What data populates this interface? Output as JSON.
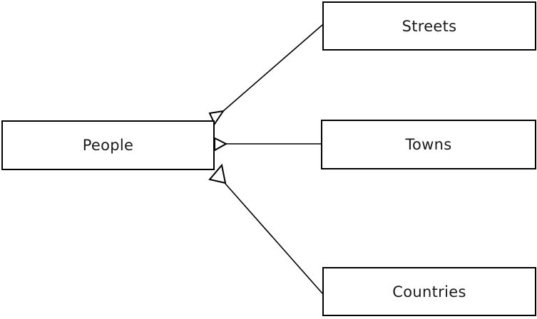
{
  "diagram": {
    "title": "",
    "nodes": [
      {
        "id": "people",
        "label": "People"
      },
      {
        "id": "streets",
        "label": "Streets"
      },
      {
        "id": "towns",
        "label": "Towns"
      },
      {
        "id": "countries",
        "label": "Countries"
      }
    ],
    "edges": [
      {
        "from": "Streets",
        "to": "People",
        "arrowhead": "hollow-triangle",
        "arrowhead_at": "People end"
      },
      {
        "from": "Towns",
        "to": "People",
        "arrowhead": "hollow-triangle",
        "arrowhead_at": "People end"
      },
      {
        "from": "Countries",
        "to": "People",
        "arrowhead": "hollow-triangle",
        "arrowhead_at": "People end"
      }
    ],
    "colors": {
      "background": "#ffffff",
      "node_fill": "#ffffff",
      "node_border": "#000000",
      "line": "#000000",
      "text": "#1a1a1a"
    }
  }
}
